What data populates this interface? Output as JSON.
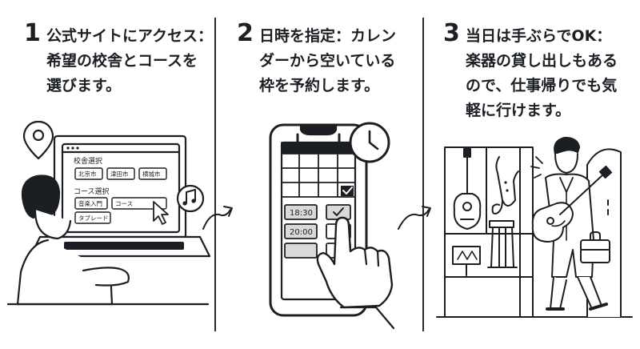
{
  "steps": [
    {
      "number": "1",
      "lines": [
        "公式サイトにアクセス：",
        "希望の校舎とコースを",
        "選びます。"
      ]
    },
    {
      "number": "2",
      "lines": [
        "日時を指定：カレン",
        "ダーから空いている",
        "枠を予約します。"
      ]
    },
    {
      "number": "3",
      "lines": [
        "当日は手ぶらでOK：",
        "楽器の貸し出しもある",
        "ので、仕事帰りでも気",
        "軽に行けます。"
      ]
    }
  ],
  "laptop": {
    "campus_title": "校舎選択",
    "campuses": [
      "北京市",
      "津田市",
      "横城市"
    ],
    "course_title": "コース選択",
    "courses": [
      "音楽入門",
      "コース",
      "タブレード"
    ]
  },
  "phone": {
    "time_slots": [
      "18:30",
      "20:00"
    ]
  },
  "icons": [
    "location-pin-icon",
    "music-note-icon",
    "clock-icon",
    "checkmark-icon",
    "pointing-hand-icon",
    "guitar-icon",
    "saxophone-icon",
    "briefcase-icon"
  ]
}
